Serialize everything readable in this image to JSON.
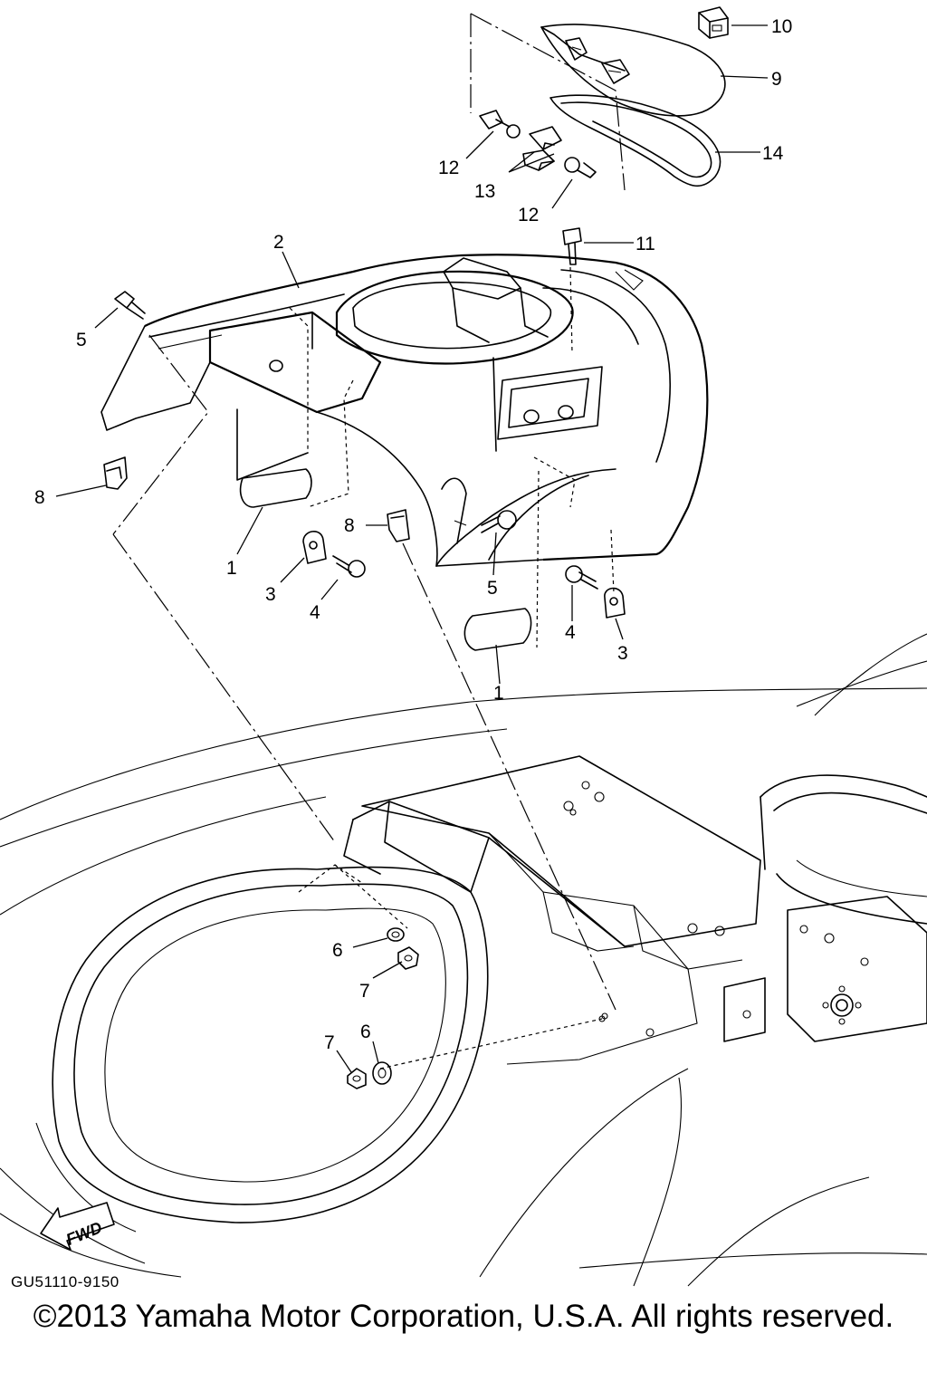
{
  "diagram": {
    "code": "GU51110-9150",
    "copyright": "©2013 Yamaha Motor Corporation, U.S.A. All rights reserved.",
    "fwd_label": "FWD",
    "callouts": [
      {
        "id": "callout-10",
        "label": "10"
      },
      {
        "id": "callout-9",
        "label": "9"
      },
      {
        "id": "callout-14",
        "label": "14"
      },
      {
        "id": "callout-12-left",
        "label": "12"
      },
      {
        "id": "callout-13",
        "label": "13"
      },
      {
        "id": "callout-12-right",
        "label": "12"
      },
      {
        "id": "callout-11",
        "label": "11"
      },
      {
        "id": "callout-2",
        "label": "2"
      },
      {
        "id": "callout-5-left",
        "label": "5"
      },
      {
        "id": "callout-8-left",
        "label": "8"
      },
      {
        "id": "callout-1-left",
        "label": "1"
      },
      {
        "id": "callout-3-left",
        "label": "3"
      },
      {
        "id": "callout-4-left",
        "label": "4"
      },
      {
        "id": "callout-8-center",
        "label": "8"
      },
      {
        "id": "callout-5-center",
        "label": "5"
      },
      {
        "id": "callout-4-right",
        "label": "4"
      },
      {
        "id": "callout-3-right",
        "label": "3"
      },
      {
        "id": "callout-1-right",
        "label": "1"
      },
      {
        "id": "callout-6-upper",
        "label": "6"
      },
      {
        "id": "callout-7-upper",
        "label": "7"
      },
      {
        "id": "callout-7-lower",
        "label": "7"
      },
      {
        "id": "callout-6-lower",
        "label": "6"
      }
    ]
  }
}
